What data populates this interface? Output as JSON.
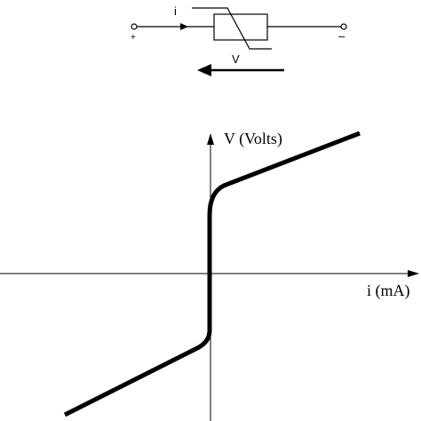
{
  "circuit": {
    "current_label": "i",
    "voltage_label": "V",
    "plus_sign": "+",
    "minus_sign": "–"
  },
  "graph": {
    "y_axis_label": "V (Volts)",
    "x_axis_label": "i (mA)"
  },
  "colors": {
    "stroke": "#000000",
    "background": "#ffffff"
  }
}
